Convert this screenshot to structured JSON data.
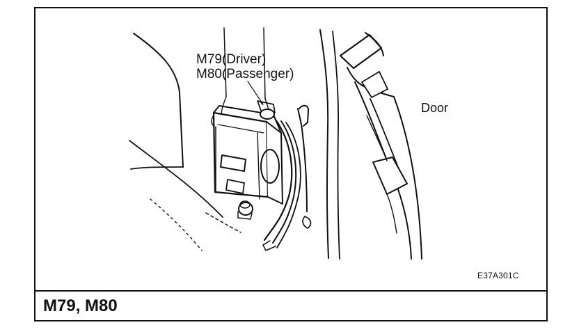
{
  "callouts": {
    "driver": "M79(Driver)",
    "passenger": "M80(Passenger)"
  },
  "labels": {
    "door": "Door",
    "figure_code": "E37A301C"
  },
  "caption": {
    "title": "M79, M80"
  }
}
